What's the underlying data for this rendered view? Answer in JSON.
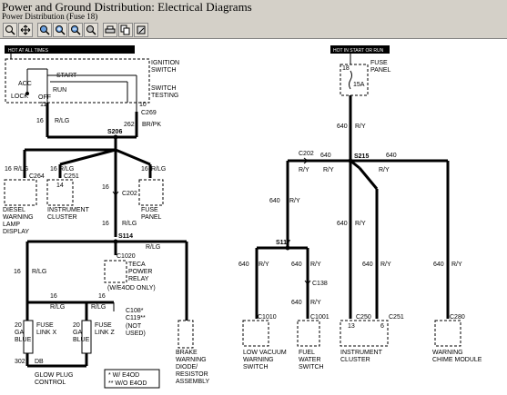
{
  "window": {
    "title": "Power and Ground Distribution:  Electrical Diagrams",
    "subtitle": "Power Distribution (Fuse 18)"
  },
  "toolbar": [
    {
      "name": "zoom-in-icon"
    },
    {
      "name": "pan-icon"
    },
    {
      "name": "zoom-region-icon"
    },
    {
      "name": "zoom-plus-icon"
    },
    {
      "name": "zoom-minus-icon"
    },
    {
      "name": "zoom-fit-icon"
    },
    {
      "name": "print-icon"
    },
    {
      "name": "copy-icon"
    },
    {
      "name": "help-icon"
    }
  ],
  "diagram": {
    "hot_at_all_times": "HOT AT ALL TIMES",
    "ignition_switch": "IGNITION\nSWITCH",
    "switch_testing": "SWITCH\nTESTING",
    "acc": "ACC",
    "lock": "LOCK",
    "off": "OFF",
    "start": "START",
    "run": "RUN",
    "pin_11": "11",
    "pin_10": "10",
    "gauge_16": "16",
    "r_lg": "R/LG",
    "c269": "C269",
    "w262": "262",
    "br_pk": "BR/PK",
    "s206": "S206",
    "c264": "C264",
    "c251": "C251",
    "pin_14": "14",
    "diesel_warning_lamp_display": "DIESEL\nWARNING\nLAMP\nDISPLAY",
    "instrument_cluster": "INSTRUMENT\nCLUSTER",
    "fuse_panel": "FUSE\nPANEL",
    "c202": "C202",
    "s114": "S114",
    "c1020": "C1020",
    "teca_power_relay": "TECA\nPOWER\nRELAY",
    "w_e4od_only": "(W/E4OD ONLY)",
    "c108": "C108*",
    "c119": "C119**",
    "not_used": "(NOT\nUSED)",
    "ga_label": "20\nGA\nBLUE",
    "fuse_link_x": "FUSE\nLINK X",
    "fuse_link_z": "FUSE\nLINK Z",
    "w302": "302",
    "db": "DB",
    "glow_plug_control": "GLOW PLUG\nCONTROL",
    "brake_warning": "BRAKE\nWARNING\nDIODE/\nRESISTOR\nASSEMBLY",
    "legend_1": "*  W/ E4OD",
    "legend_2": "** W/O E4OD",
    "hot_in_start_or_run": "HOT IN START OR RUN",
    "fuse_18": "18",
    "fuse_15a": "15A",
    "fuse_panel_right": "FUSE\nPANEL",
    "w640": "640",
    "r_y": "R/Y",
    "s215": "S215",
    "s117": "S117",
    "c138": "C138",
    "c1010": "C1010",
    "c1001": "C1001",
    "c250": "C250",
    "pin_13": "13",
    "pin_6": "6",
    "c280": "C280",
    "low_vacuum": "LOW VACUUM\nWARNING\nSWITCH",
    "fuel_water": "FUEL\nWATER\nSWITCH",
    "instrument_cluster_right": "INSTRUMENT\nCLUSTER",
    "warning_chime": "WARNING\nCHIME MODULE"
  }
}
